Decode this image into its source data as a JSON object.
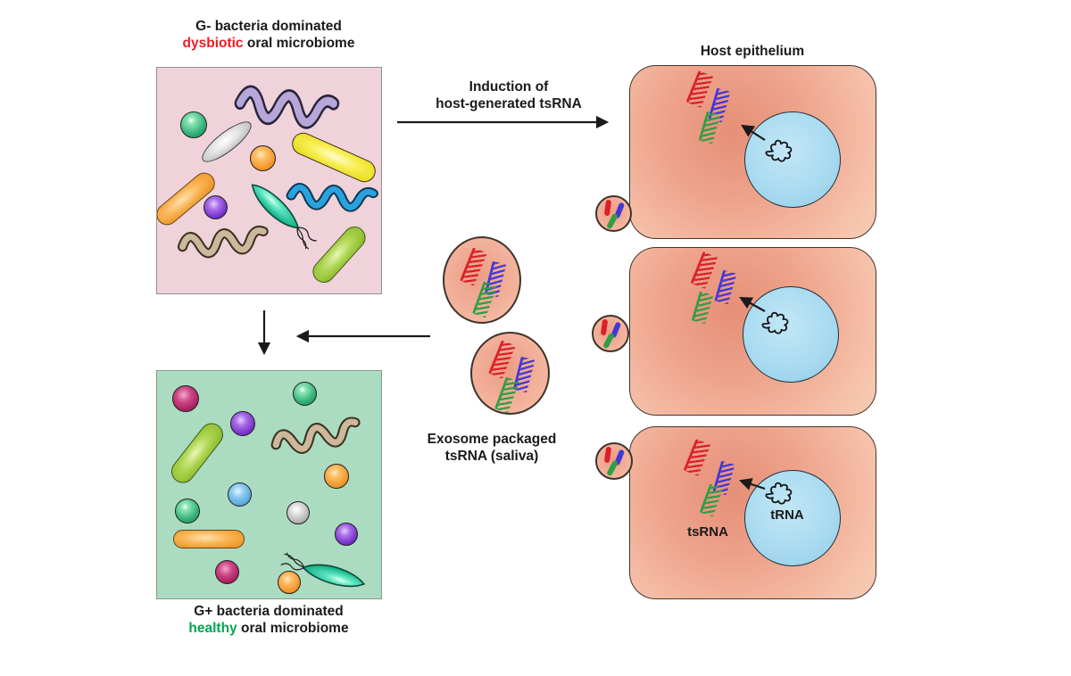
{
  "labels": {
    "dysbiotic_title": {
      "line1": "G- bacteria dominated",
      "highlight": "dysbiotic",
      "line2_rest": " oral microbiome"
    },
    "healthy_title": {
      "line1": "G+ bacteria dominated",
      "highlight": "healthy",
      "line2_rest": " oral microbiome"
    },
    "induction": {
      "line1": "Induction of",
      "line2": "host-generated tsRNA"
    },
    "host_epithelium": "Host epithelium",
    "exosome_caption": {
      "line1": "Exosome packaged",
      "line2": "tsRNA (saliva)"
    },
    "tsrna": "tsRNA",
    "trna": "tRNA"
  },
  "colors": {
    "dysbiotic_red": "#ed1c24",
    "healthy_green": "#00a651",
    "dysbiotic_box_bg": "#f0d2da",
    "healthy_box_bg": "#abdcc2",
    "cell_fill": "#f2ae96",
    "nucleus_blue": "#a9dbf0",
    "strand_red": "#da2128",
    "strand_blue": "#4338d6",
    "strand_green": "#2f9e44",
    "text_dark": "#1a1a1a"
  }
}
